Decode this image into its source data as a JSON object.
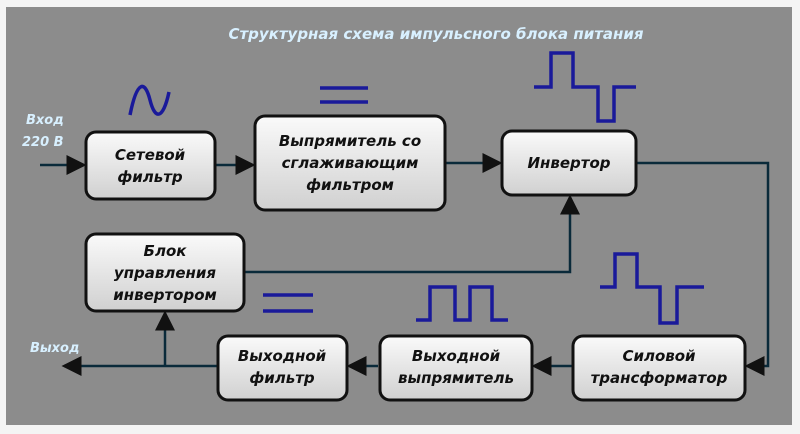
{
  "title": "Структурная схема импульсного блока питания",
  "input_label": [
    "Вход",
    "220 В"
  ],
  "output_label": "Выход",
  "blocks": {
    "network_filter": [
      "Сетевой",
      "фильтр"
    ],
    "rectifier": [
      "Выпрямитель со",
      "сглаживающим",
      "фильтром"
    ],
    "inverter": [
      "Инвертор"
    ],
    "control": [
      "Блок",
      "управления",
      "инвертором"
    ],
    "output_filter": [
      "Выходной",
      "фильтр"
    ],
    "output_rectifier": [
      "Выходной",
      "выпрямитель"
    ],
    "power_transformer": [
      "Силовой",
      "трансформатор"
    ]
  },
  "colors": {
    "panel": "#8c8c8c",
    "wave": "#1a1a9a",
    "text_light": "#d8f0ff"
  }
}
